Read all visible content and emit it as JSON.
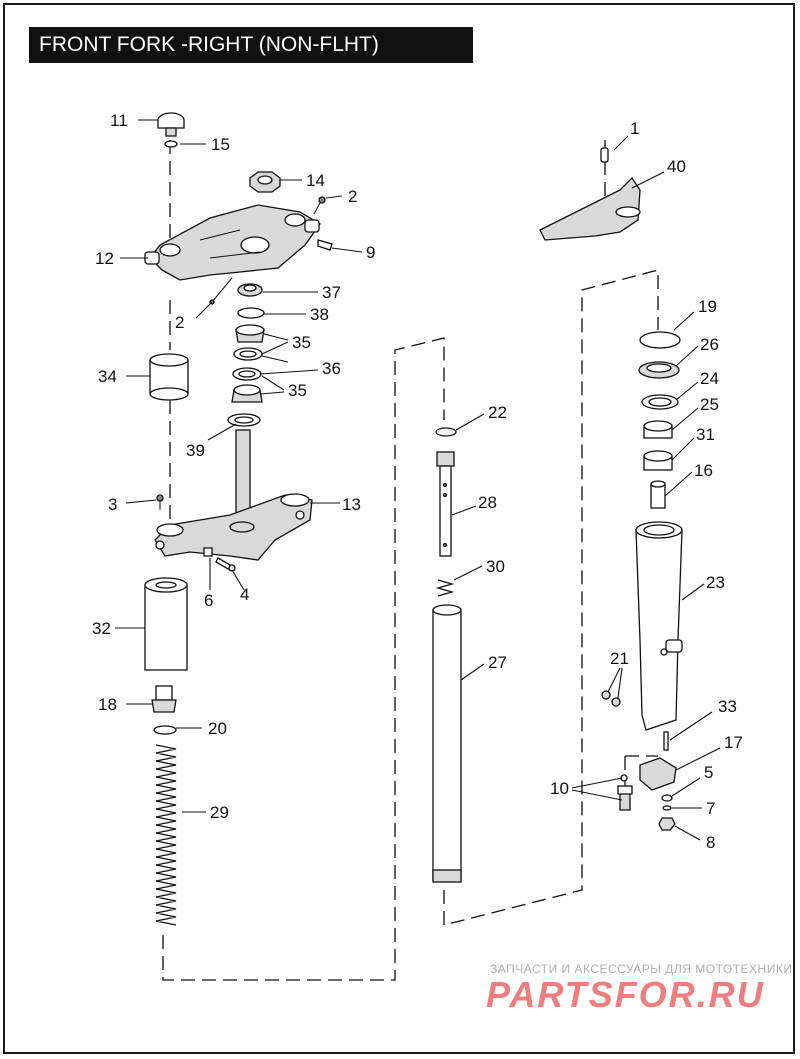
{
  "title": "FRONT FORK -RIGHT (NON-FLHT)",
  "watermark": {
    "tagline": "ЗАПЧАСТИ И АКСЕССУАРЫ ДЛЯ МОТОТЕХНИКИ",
    "brand": "PARTSFOR.RU"
  },
  "callouts": [
    {
      "id": "c1",
      "text": "1"
    },
    {
      "id": "c40",
      "text": "40"
    },
    {
      "id": "c11",
      "text": "11"
    },
    {
      "id": "c15",
      "text": "15"
    },
    {
      "id": "c14",
      "text": "14"
    },
    {
      "id": "c2a",
      "text": "2"
    },
    {
      "id": "c9",
      "text": "9"
    },
    {
      "id": "c12",
      "text": "12"
    },
    {
      "id": "c37",
      "text": "37"
    },
    {
      "id": "c2b",
      "text": "2"
    },
    {
      "id": "c38",
      "text": "38"
    },
    {
      "id": "c35a",
      "text": "35"
    },
    {
      "id": "c36",
      "text": "36"
    },
    {
      "id": "c35b",
      "text": "35"
    },
    {
      "id": "c34",
      "text": "34"
    },
    {
      "id": "c39",
      "text": "39"
    },
    {
      "id": "c19",
      "text": "19"
    },
    {
      "id": "c26",
      "text": "26"
    },
    {
      "id": "c24",
      "text": "24"
    },
    {
      "id": "c25",
      "text": "25"
    },
    {
      "id": "c31",
      "text": "31"
    },
    {
      "id": "c16",
      "text": "16"
    },
    {
      "id": "c22",
      "text": "22"
    },
    {
      "id": "c28",
      "text": "28"
    },
    {
      "id": "c3",
      "text": "3"
    },
    {
      "id": "c13",
      "text": "13"
    },
    {
      "id": "c6",
      "text": "6"
    },
    {
      "id": "c4",
      "text": "4"
    },
    {
      "id": "c30",
      "text": "30"
    },
    {
      "id": "c23",
      "text": "23"
    },
    {
      "id": "c32",
      "text": "32"
    },
    {
      "id": "c27",
      "text": "27"
    },
    {
      "id": "c21",
      "text": "21"
    },
    {
      "id": "c18",
      "text": "18"
    },
    {
      "id": "c20",
      "text": "20"
    },
    {
      "id": "c33",
      "text": "33"
    },
    {
      "id": "c17",
      "text": "17"
    },
    {
      "id": "c5",
      "text": "5"
    },
    {
      "id": "c10",
      "text": "10"
    },
    {
      "id": "c7",
      "text": "7"
    },
    {
      "id": "c8",
      "text": "8"
    },
    {
      "id": "c29",
      "text": "29"
    }
  ]
}
